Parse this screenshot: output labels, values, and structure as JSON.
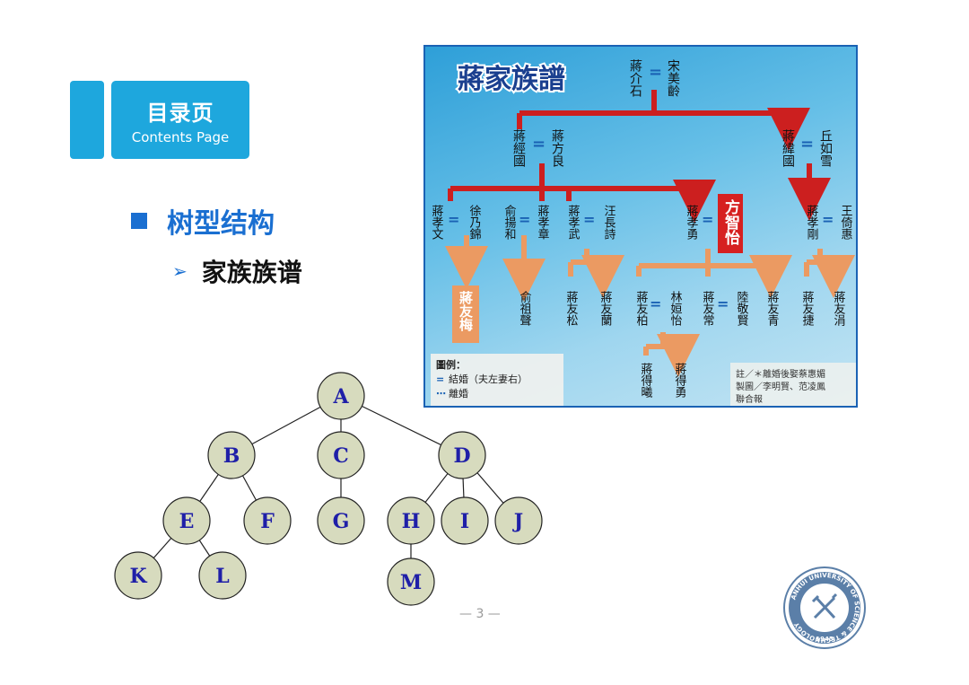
{
  "header": {
    "title": "目录页",
    "subtitle": "Contents Page"
  },
  "bullets": {
    "level1": "树型结构",
    "level2": "家族族谱"
  },
  "genealogy": {
    "title": "蔣家族譜",
    "gen1": {
      "husband": "蔣介石",
      "wife": "宋美齡"
    },
    "gen2": [
      {
        "husband": "蔣經國",
        "wife": "蔣方良"
      },
      {
        "husband": "蔣緯國",
        "wife": "丘如雪"
      }
    ],
    "gen3": [
      {
        "husband": "蔣孝文",
        "wife": "徐乃錦"
      },
      {
        "husband": "俞揚和",
        "wife": "蔣孝章"
      },
      {
        "husband": "蔣孝武",
        "wife": "汪長詩"
      },
      {
        "husband": "蔣孝勇",
        "wife": "方智怡"
      },
      {
        "husband": "蔣孝剛",
        "wife": "王倚惠"
      }
    ],
    "gen4": [
      "蔣友梅",
      "俞祖聲",
      "蔣友松",
      "蔣友蘭",
      "蔣友柏",
      "林姮怡",
      "蔣友常",
      "陸敬賢",
      "蔣友青",
      "蔣友捷",
      "蔣友涓"
    ],
    "gen5": [
      "蔣得曦",
      "蔣得勇"
    ],
    "legend": {
      "title": "圖例：",
      "married": "結婚（夫左妻右）",
      "divorced": "離婚"
    },
    "note": {
      "line1": "註／＊離婚後娶蔡惠媚",
      "line2": "製圖／李明賢、范凌鳳",
      "line3": "聯合報"
    }
  },
  "tree": {
    "nodes": [
      "A",
      "B",
      "C",
      "D",
      "E",
      "F",
      "G",
      "H",
      "I",
      "J",
      "K",
      "L",
      "M"
    ],
    "edges": [
      [
        "A",
        "B"
      ],
      [
        "A",
        "C"
      ],
      [
        "A",
        "D"
      ],
      [
        "B",
        "E"
      ],
      [
        "B",
        "F"
      ],
      [
        "C",
        "G"
      ],
      [
        "D",
        "H"
      ],
      [
        "D",
        "I"
      ],
      [
        "D",
        "J"
      ],
      [
        "E",
        "K"
      ],
      [
        "E",
        "L"
      ],
      [
        "H",
        "M"
      ]
    ]
  },
  "page_number": "— 3 —",
  "seal": {
    "text": "ANHUI UNIVERSITY OF SCIENCE & TECHNOLOGY",
    "year": "1945"
  },
  "colors": {
    "accent": "#1ea7dd",
    "heading": "#1a6fd1",
    "node_fill": "#d7dbbe",
    "node_text": "#1f1fa8",
    "arrow_red": "#cc1f1f",
    "arrow_orange": "#eb9a62"
  }
}
